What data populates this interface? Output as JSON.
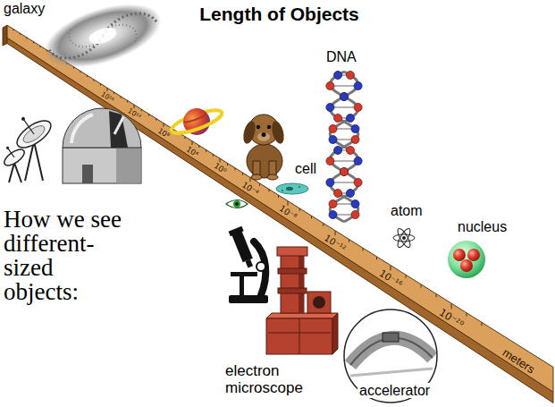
{
  "diagram": {
    "title": "Length of Objects",
    "labels": [
      "galaxy",
      "10¹⁶",
      "10¹²",
      "10⁸",
      "10⁴",
      "10⁰",
      "10⁻⁴",
      "10⁻⁸",
      "10⁻¹²",
      "10⁻¹⁶",
      "10⁻²⁰",
      "meters",
      "DNA",
      "cell",
      "atom",
      "nucleus",
      "How we see different- sized objects:",
      "electron microscope",
      "accelerator"
    ]
  }
}
